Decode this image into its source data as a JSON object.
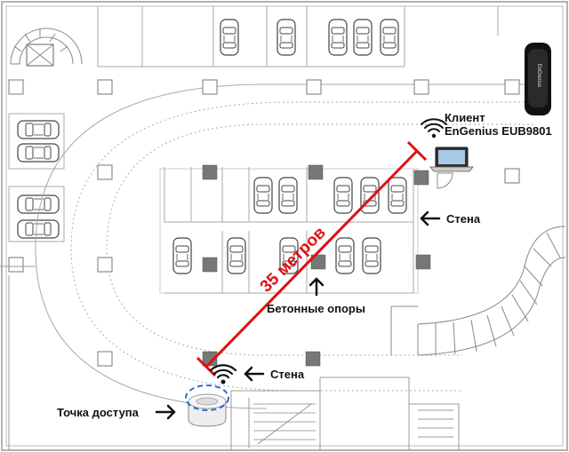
{
  "labels": {
    "client_line1": "Клиент",
    "client_line2": "EnGenius EUB9801",
    "wall_top": "Стена",
    "wall_bottom": "Стена",
    "pillars": "Бетонные опоры",
    "access_point": "Точка доступа",
    "distance": "35 метров"
  },
  "colors": {
    "link_line": "#e01010",
    "pillar": "#777777",
    "arrow": "#111111"
  },
  "icons": {
    "wifi": "wifi-icon",
    "laptop": "laptop-icon",
    "usb_adapter": "usb-adapter-icon",
    "access_point": "access-point-icon"
  }
}
